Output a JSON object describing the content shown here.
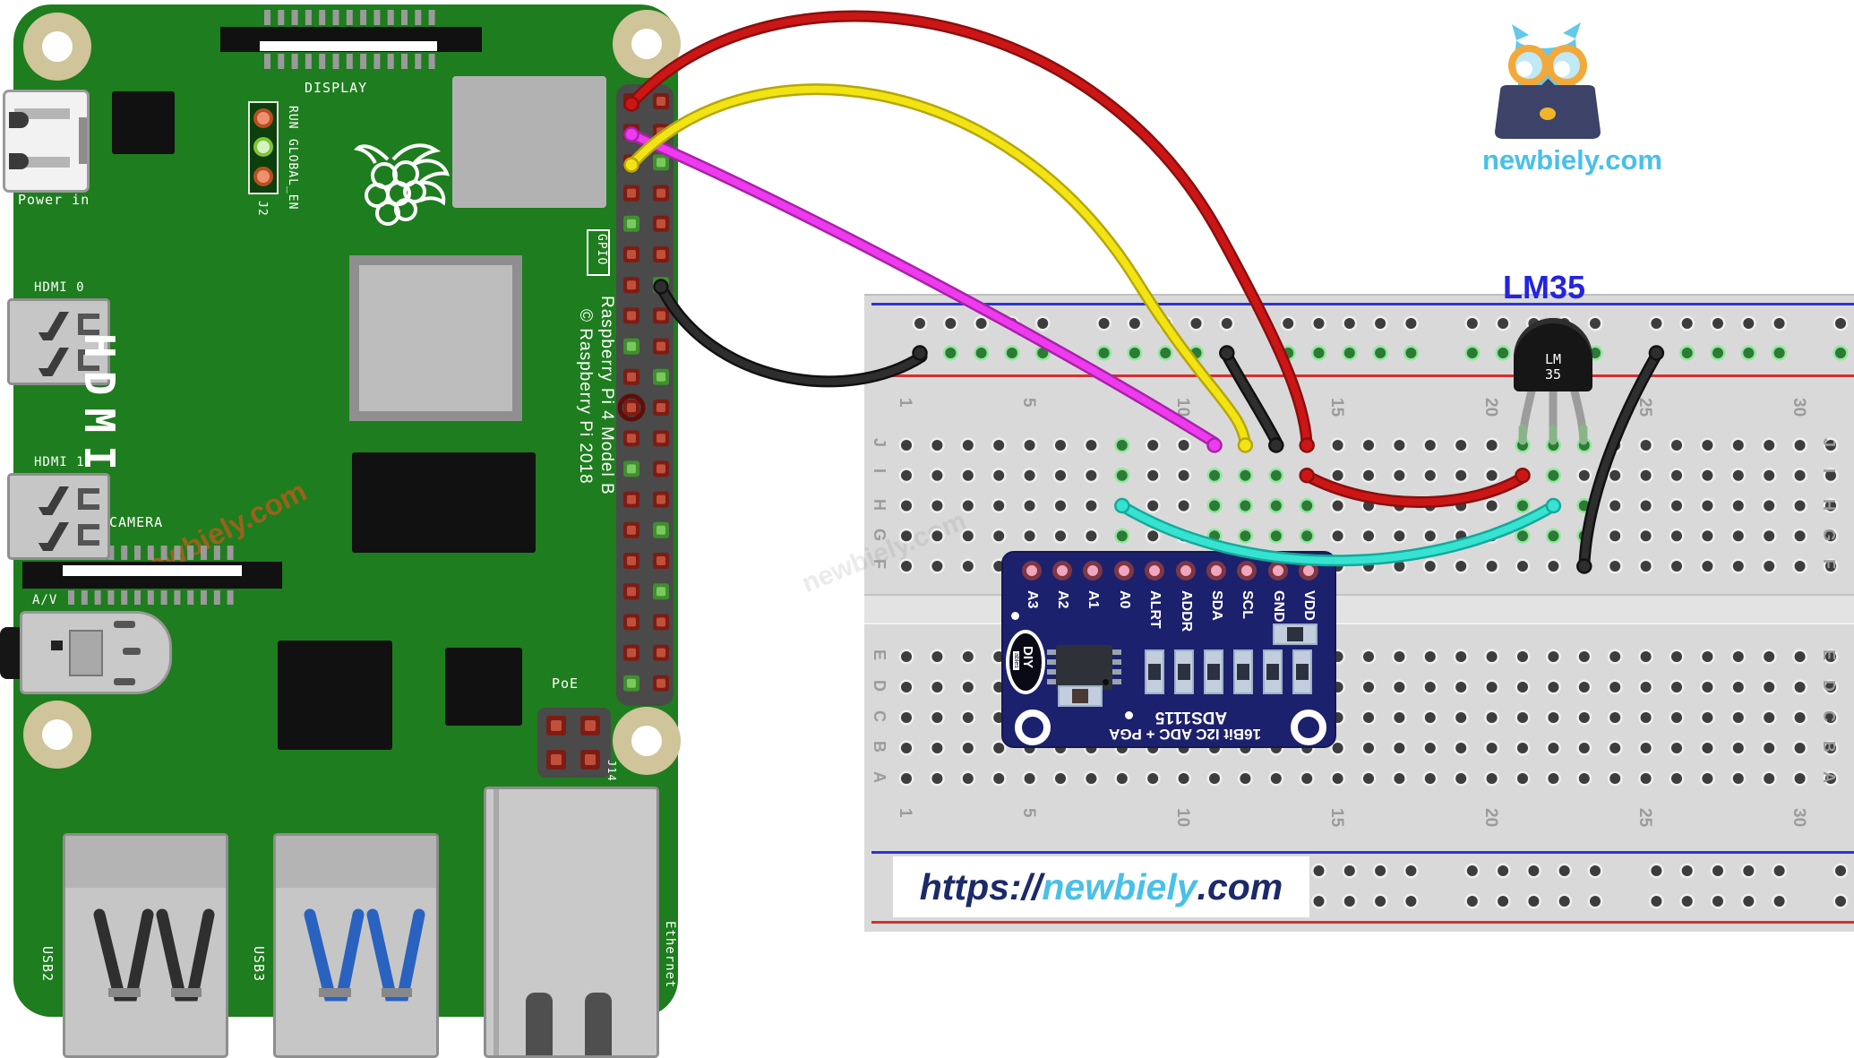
{
  "branding": {
    "logo_text": "newbiely.com",
    "watermark": "newbiely.com",
    "url_prefix": "https://",
    "url_domain": "newbiely",
    "url_suffix": ".com",
    "logo_color": "#49c0e8",
    "url_dark_color": "#1b2a68"
  },
  "raspberry_pi": {
    "labels": {
      "power_in": "Power in",
      "display": "DISPLAY",
      "camera": "CAMERA",
      "av": "A/V",
      "hdmi0": "HDMI 0",
      "hdmi1": "HDMI 1",
      "hdmi_big": "HDMI",
      "usb2": "USB2",
      "usb3": "USB3",
      "ethernet": "Ethernet",
      "poe": "PoE",
      "j14": "J14",
      "j2": "J2",
      "run": "RUN",
      "global_en": "GLOBAL_EN",
      "gpio": "GPIO",
      "board_line1": "Raspberry Pi 4 Model B",
      "board_line2": "© Raspberry Pi 2018"
    },
    "gpio": {
      "rows": 20,
      "green_left_rows": [
        5,
        9,
        13,
        20
      ],
      "green_right_rows": [
        3,
        7,
        10,
        15,
        17
      ],
      "ringed_left_row": 11
    },
    "board_color": "#1e7d1e"
  },
  "breadboard": {
    "row_labels_top": [
      "J",
      "I",
      "H",
      "G",
      "F"
    ],
    "row_labels_bottom": [
      "E",
      "D",
      "C",
      "B",
      "A"
    ],
    "column_numbers": [
      1,
      5,
      10,
      15,
      20,
      25,
      30
    ],
    "rail_blue": "#2d35cf",
    "rail_red": "#d43030",
    "gnd_rail_connected": true,
    "connected_holes": [
      "J8",
      "I8",
      "G8",
      "I11",
      "H11",
      "G11",
      "I12",
      "H12",
      "G12",
      "I13",
      "H13",
      "G13",
      "H14",
      "G14",
      "J21",
      "H21",
      "G21",
      "J22",
      "I22",
      "G22",
      "J23",
      "H23",
      "G23"
    ]
  },
  "module": {
    "name": "ADS1115",
    "pins": [
      "A3",
      "A2",
      "A1",
      "A0",
      "ALRT",
      "ADDR",
      "SDA",
      "SCL",
      "GND",
      "VDD"
    ],
    "silk_line1": "ADS1115",
    "silk_line2": "16Bit I2C ADC + PGA",
    "logo_main": "DIY",
    "logo_sub": "ables",
    "board_color": "#1c216e"
  },
  "sensor": {
    "label": "LM35",
    "body_line1": "LM",
    "body_line2": "35",
    "label_color": "#2424e0"
  },
  "wiring": [
    {
      "id": "wire-red-pi",
      "color": "#cc1616",
      "dark": "#8a0f0f",
      "from": "gpio:L1",
      "to": "bb:J14"
    },
    {
      "id": "wire-magenta-pi",
      "color": "#ee3bee",
      "dark": "#a922a9",
      "from": "gpio:L2",
      "to": "bb:J11"
    },
    {
      "id": "wire-yellow-pi",
      "color": "#f2e313",
      "dark": "#b5a60c",
      "from": "gpio:L3",
      "to": "bb:J12"
    },
    {
      "id": "wire-black-pi",
      "color": "#2e2e2e",
      "dark": "#111111",
      "from": "gpio:R7",
      "to": "rail:0"
    },
    {
      "id": "wire-black-short",
      "color": "#2e2e2e",
      "dark": "#111111",
      "from": "rail:9",
      "to": "bb:J13"
    },
    {
      "id": "wire-red-jumper",
      "color": "#cc1616",
      "dark": "#8a0f0f",
      "from": "bb:I14",
      "to": "bb:I21"
    },
    {
      "id": "wire-cyan-jumper",
      "color": "#35e3d0",
      "dark": "#16a89c",
      "from": "bb:H8",
      "to": "bb:H22"
    },
    {
      "id": "wire-black-lm35",
      "color": "#2e2e2e",
      "dark": "#111111",
      "from": "rail:20",
      "to": "bb:F23"
    }
  ]
}
